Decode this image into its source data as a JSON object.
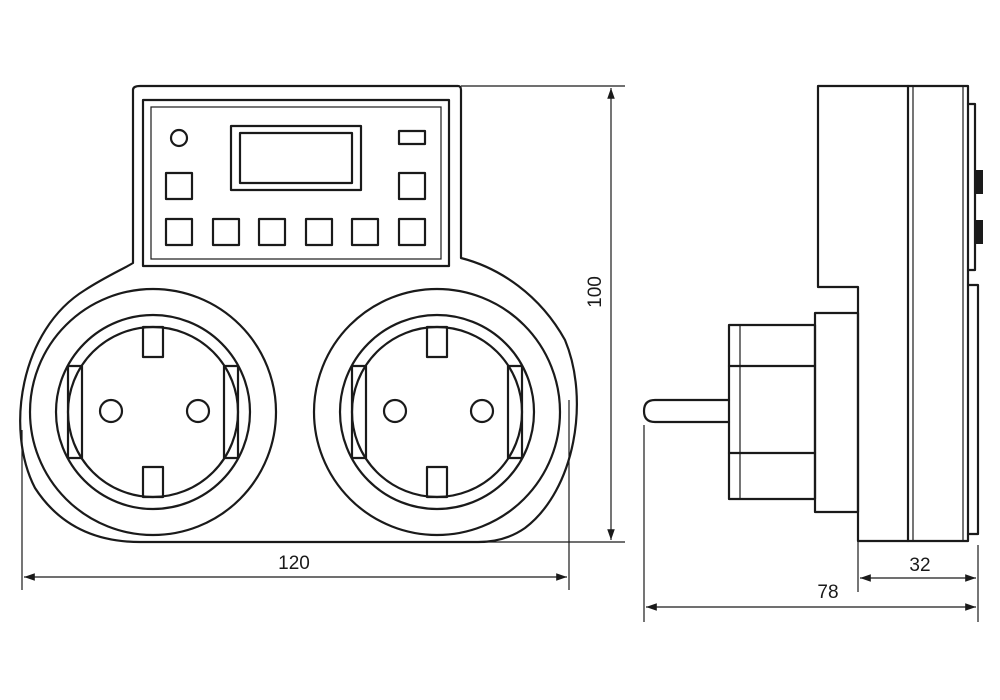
{
  "dimensions": {
    "width": "120",
    "height": "100",
    "depth_total": "78",
    "depth_body": "32"
  },
  "colors": {
    "line": "#1a1a1a",
    "background": "#ffffff"
  }
}
